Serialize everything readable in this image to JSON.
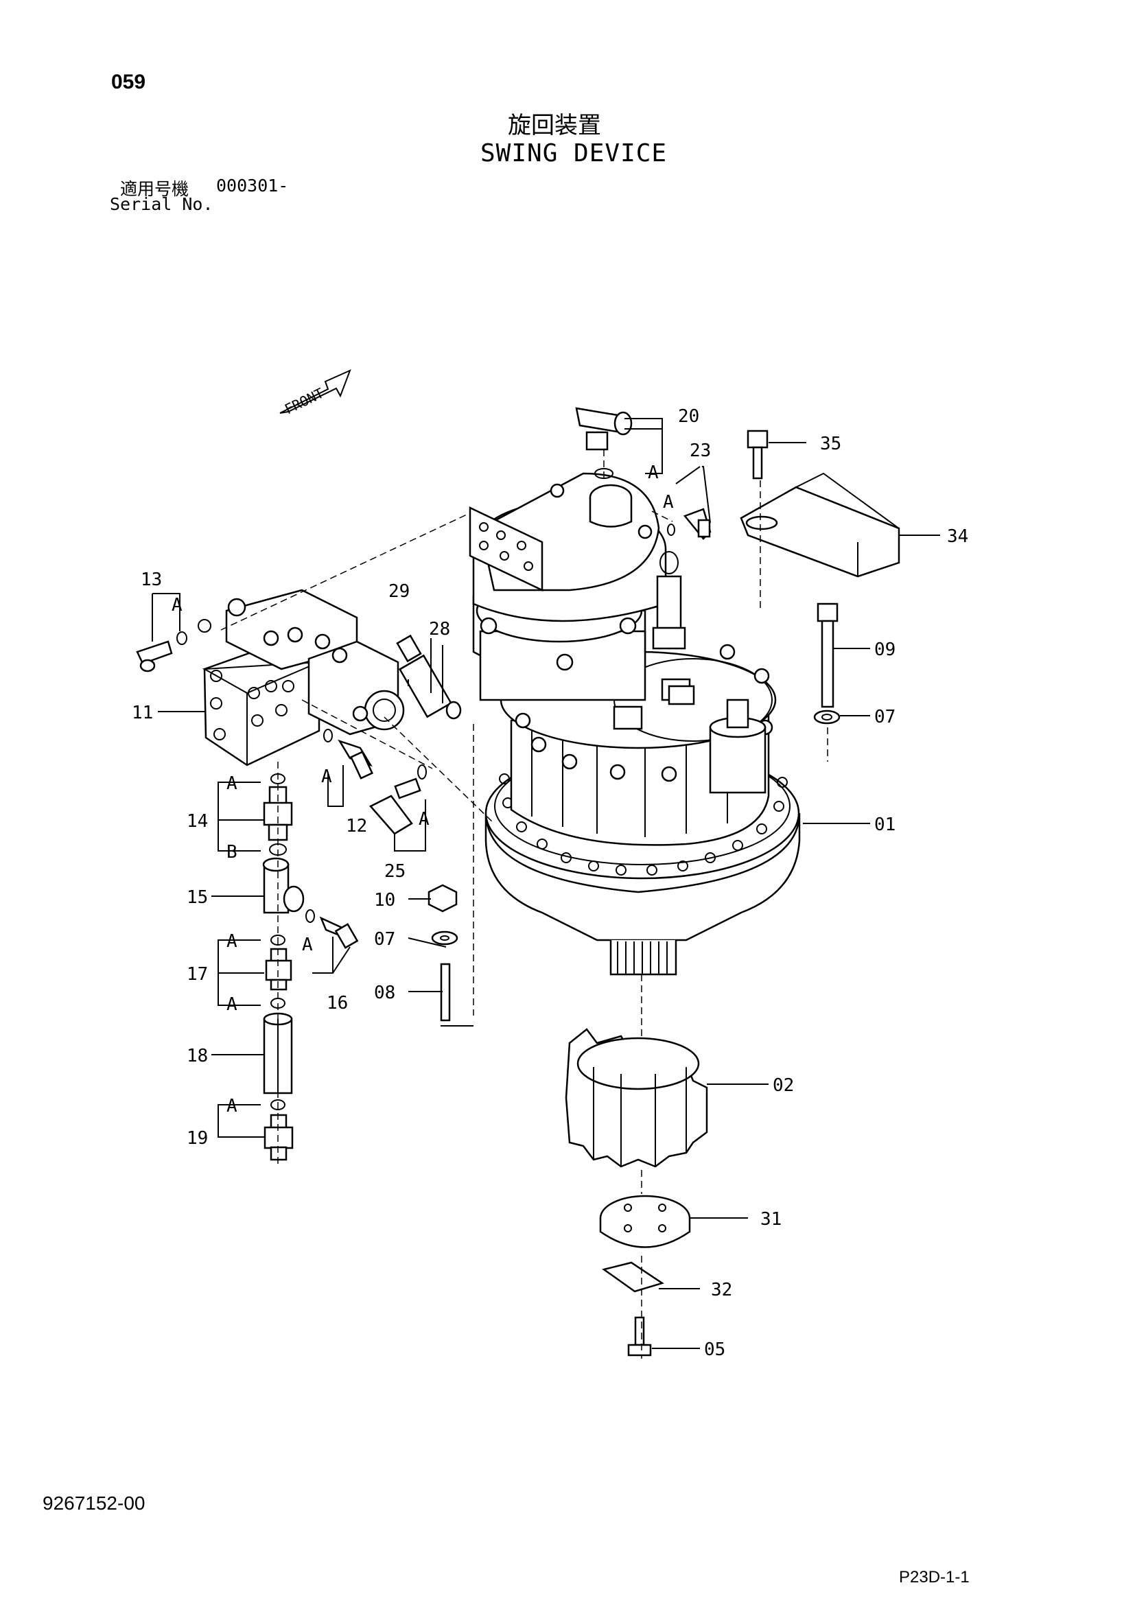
{
  "page_number": "059",
  "title_jp": "旋回装置",
  "title_en": "SWING DEVICE",
  "serial": {
    "label_jp": "適用号機",
    "range": "000301-",
    "label_en": "Serial No."
  },
  "front_label": "FRONT",
  "doc_number": "9267152-00",
  "page_code": "P23D-1-1",
  "callouts": [
    "01",
    "02",
    "05",
    "07",
    "07",
    "08",
    "09",
    "10",
    "11",
    "12",
    "13",
    "14",
    "15",
    "16",
    "17",
    "18",
    "19",
    "20",
    "23",
    "25",
    "28",
    "29",
    "31",
    "32",
    "34",
    "35"
  ],
  "seal_labels": [
    "A",
    "A",
    "A",
    "A",
    "A",
    "A",
    "A",
    "A",
    "A",
    "A",
    "A",
    "B",
    "A"
  ]
}
